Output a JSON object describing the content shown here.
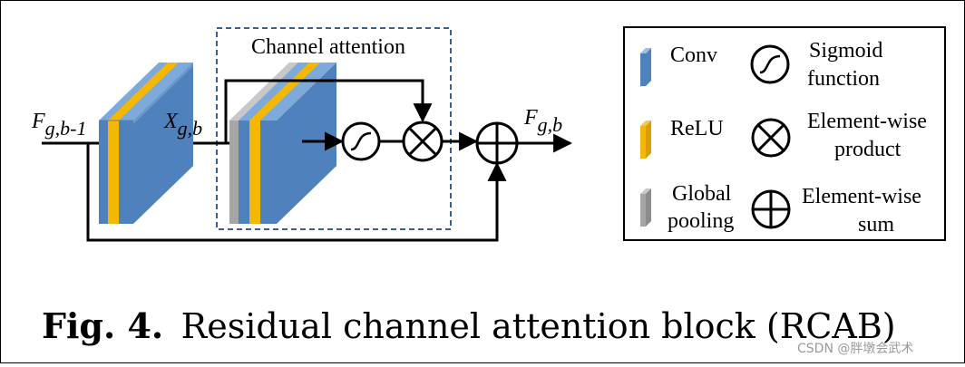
{
  "diagram": {
    "channel_attention_label": "Channel attention",
    "inputs": {
      "f_prev_main": "F",
      "f_prev_sub": "g,b-1",
      "x_main": "X",
      "x_sub": "g,b",
      "f_out_main": "F",
      "f_out_sub": "g,b"
    }
  },
  "legend": {
    "conv": "Conv",
    "relu": "ReLU",
    "global_1": "Global",
    "global_2": "pooling",
    "sigmoid_1": "Sigmoid",
    "sigmoid_2": "function",
    "product_1": "Element-wise",
    "product_2": "product",
    "sum_1": "Element-wise",
    "sum_2": "sum"
  },
  "caption": {
    "prefix": "Fig. 4.",
    "text": "Residual channel attention block (RCAB)"
  },
  "watermark": "CSDN @胖墩会武术",
  "colors": {
    "conv": "#4f81bd",
    "conv_side": "#7eaadb",
    "relu": "#f5b800",
    "pool": "#a6a6a6",
    "dashed_border": "#3a5f8a"
  }
}
